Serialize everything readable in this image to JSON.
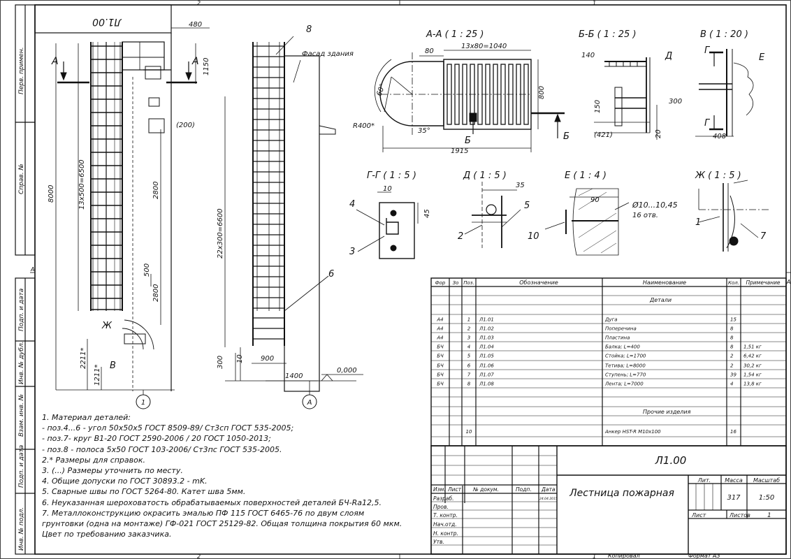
{
  "title_block": {
    "designation": "Л1.00",
    "designation_mirror": "Л1.00",
    "name": "Лестница пожарная",
    "lit_label": "Лит.",
    "mass_label": "Масса",
    "scale_label": "Масштаб",
    "mass_value": "317",
    "scale_value": "1:50",
    "sheet_label": "Лист",
    "sheets_label": "Листов",
    "sheets_value": "1",
    "copied": "Копировал",
    "format": "Формат А3",
    "date": "24.04.2015",
    "col_headers": [
      "Изм.",
      "Лист",
      "№ докум.",
      "Подп.",
      "Дата"
    ],
    "rows": [
      "Разраб.",
      "Пров.",
      "Т. контр.",
      "Нач.отд.",
      "Н. контр.",
      "Утв."
    ]
  },
  "side_strip": [
    "Перв. примен.",
    "Справ. №",
    "Подп. и дата",
    "Инв. № дубл.",
    "Взам. инв. №",
    "Подп. и дата",
    "Инв. № подл."
  ],
  "zone_marks": {
    "top_left": "2",
    "top_right": "1",
    "bottom_left": "2",
    "bottom_right": "1",
    "side_a": "A",
    "right_a": "A"
  },
  "spec": {
    "headers": [
      "Фор",
      "Зо",
      "Поз.",
      "Обозначение",
      "Наименование",
      "Кол.",
      "Примечание"
    ],
    "section_parts": "Детали",
    "section_other": "Прочие изделия",
    "rows": [
      {
        "fmt": "А4",
        "pos": "1",
        "des": "Л1.01",
        "name": "Дуга",
        "qty": "15",
        "note": ""
      },
      {
        "fmt": "А4",
        "pos": "2",
        "des": "Л1.02",
        "name": "Поперечина",
        "qty": "8",
        "note": ""
      },
      {
        "fmt": "А4",
        "pos": "3",
        "des": "Л1.03",
        "name": "Пластина",
        "qty": "8",
        "note": ""
      },
      {
        "fmt": "БЧ",
        "pos": "4",
        "des": "Л1.04",
        "name": "Балка; L=400",
        "qty": "8",
        "note": "1,51 кг"
      },
      {
        "fmt": "БЧ",
        "pos": "5",
        "des": "Л1.05",
        "name": "Стойка; L=1700",
        "qty": "2",
        "note": "6,42 кг"
      },
      {
        "fmt": "БЧ",
        "pos": "6",
        "des": "Л1.06",
        "name": "Тетива; L=8000",
        "qty": "2",
        "note": "30,2 кг"
      },
      {
        "fmt": "БЧ",
        "pos": "7",
        "des": "Л1.07",
        "name": "Ступень; L=770",
        "qty": "39",
        "note": "1,54 кг"
      },
      {
        "fmt": "БЧ",
        "pos": "8",
        "des": "Л1.08",
        "name": "Лента; L=7000",
        "qty": "4",
        "note": "13,8 кг"
      }
    ],
    "other": {
      "pos": "10",
      "name": "Анкер HST-R M10x100",
      "qty": "16"
    }
  },
  "notes": [
    "1. Материал  деталей:",
    "- поз.4...6 - угол 50х50х5 ГОСТ 8509-89/ Ст3сп ГОСТ 535-2005;",
    "- поз.7- круг В1-20 ГОСТ 2590-2006 / 20 ГОСТ 1050-2013;",
    "- поз.8 - полоса 5х50 ГОСТ 103-2006/ Ст3пс ГОСТ 535-2005.",
    "2.* Размеры для справок.",
    "3. (...) Размеры уточнить по месту.",
    "4. Общие допуски по ГОСТ 30893.2 - mK.",
    "5. Сварные швы по ГОСТ 5264-80. Катет шва 5мм.",
    "6. Неуказанная шероховатость обрабатываемых поверхностей деталей БЧ-Ra12,5.",
    "7. Металлоконструкцию окрасить эмалью ПФ 115 ГОСТ 6465-76 по двум слоям",
    "грунтовки (одна на монтаже) ГФ-021 ГОСТ 25129-82. Общая толщина покрытия 60 мкм.",
    "Цвет по требованию заказчика."
  ],
  "views": {
    "aa": "А-А ( 1 : 25 )",
    "bb": "Б-Б ( 1 : 25 )",
    "v": "В ( 1 : 20 )",
    "gg": "Г-Г ( 1 : 5 )",
    "d": "Д ( 1 : 5 )",
    "e": "Е ( 1 : 4 )",
    "zh": "Ж ( 1 : 5 )"
  },
  "dims": {
    "d480": "480",
    "d1150": "1150",
    "d200": "(200)",
    "d8000": "8000",
    "d13x500": "13х500=6500",
    "d2800a": "2800",
    "d2800b": "2800",
    "d500": "500",
    "d2211": "2211*",
    "d1211": "1211*",
    "d22x300": "22х300=6600",
    "d300": "300",
    "d10": "10",
    "d900": "900",
    "d1400": "1400",
    "d0": "0,000",
    "d80": "80",
    "d13x80": "13х80=1040",
    "d800": "800",
    "d60": "60°",
    "d35": "35°",
    "dR400": "R400*",
    "d1915": "1915",
    "d140": "140",
    "d150": "150",
    "d300b": "300",
    "d421": "(421)",
    "d20": "20",
    "d408": "408",
    "d10b": "10",
    "d45": "45",
    "d35b": "35",
    "d90": "90",
    "dphi": "Ø10...10,45",
    "d16": "16 отв."
  },
  "labels": {
    "facade": "Фасад здания",
    "A": "А",
    "B": "Б",
    "V": "В",
    "G": "Г",
    "D": "Д",
    "E": "Е",
    "ZH": "Ж",
    "p1": "1",
    "p2": "2",
    "p3": "3",
    "p4": "4",
    "p5": "5",
    "p6": "6",
    "p7": "7",
    "p8": "8",
    "p10": "10",
    "axis1": "1",
    "axisA": "А"
  }
}
